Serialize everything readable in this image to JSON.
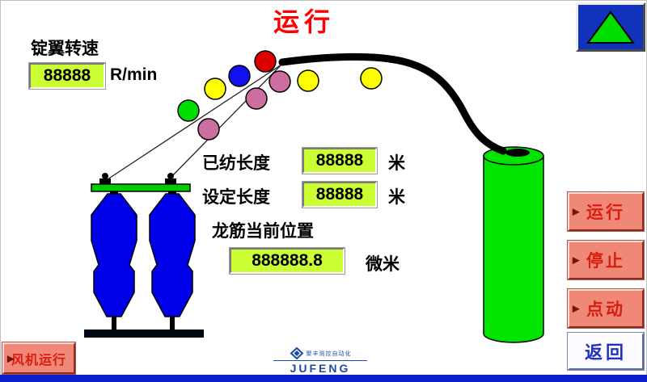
{
  "title": "运行",
  "spindle_speed": {
    "label": "锭翼转速",
    "value": "88888",
    "unit": "R/min"
  },
  "spun_length": {
    "label": "已纺长度",
    "value": "88888",
    "unit": "米"
  },
  "set_length": {
    "label": "设定长度",
    "value": "88888",
    "unit": "米"
  },
  "rail_position": {
    "label": "龙筋当前位置",
    "value": "888888.8",
    "unit": "微米"
  },
  "buttons": {
    "run": "运行",
    "stop": "停止",
    "jog": "点动",
    "back": "返回",
    "fan": "风机运行"
  },
  "icons": {
    "button_marker": "▶",
    "up_arrow": "green-triangle-up"
  },
  "logo": {
    "brand": "JUFENG",
    "tagline": "聚丰测控自动化"
  },
  "colors": {
    "title_red": "#ff0000",
    "value_bg": "#ccff33",
    "button_bg": "#f08878",
    "button_text": "#d81e10",
    "machine_green": "#00e400",
    "bobbin_blue": "#0000e8",
    "bottom_bar_blue": "#0a1ecc"
  }
}
